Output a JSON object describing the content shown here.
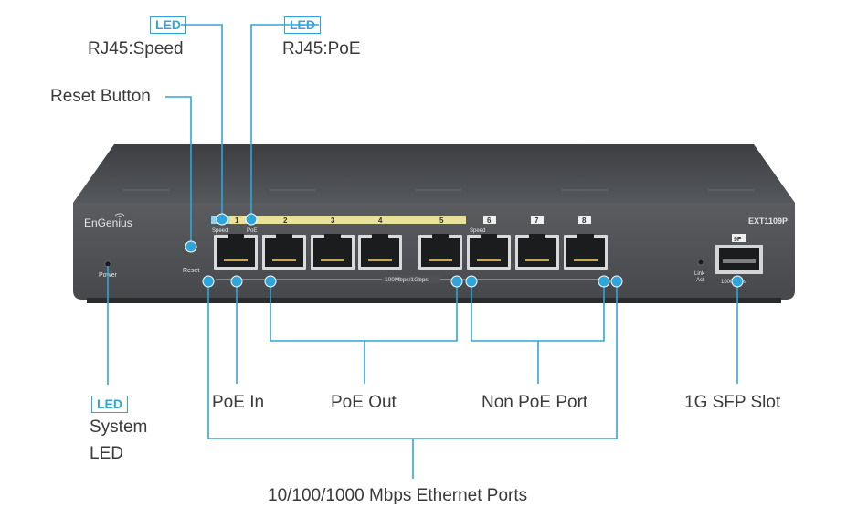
{
  "callouts": {
    "led_tag": "LED",
    "rj45_speed": "RJ45:Speed",
    "rj45_poe": "RJ45:PoE",
    "reset_button": "Reset Button",
    "system_led_line1": "System",
    "system_led_line2": "LED",
    "poe_in": "PoE In",
    "poe_out": "PoE Out",
    "non_poe_port": "Non PoE Port",
    "sfp_slot": "1G SFP Slot",
    "ethernet_ports": "10/100/1000 Mbps Ethernet Ports"
  },
  "device": {
    "brand": "EnGenius",
    "model": "EXT1109P",
    "power_label": "Power",
    "reset_label": "Reset",
    "speed_label_left": "Speed",
    "poe_label": "PoE",
    "speed_label_right": "Speed",
    "port_numbers": [
      "1",
      "2",
      "3",
      "4",
      "5",
      "6",
      "7",
      "8"
    ],
    "sfp_number": "9F",
    "speed_strip": "100Mbps/1Gbps",
    "link_label": "Link",
    "act_label": "Act",
    "sfp_speed": "1000Mbps"
  },
  "colors": {
    "accent": "#2ea6dc",
    "chassis": "#55575b",
    "poe_strip": "#e8e29a"
  }
}
